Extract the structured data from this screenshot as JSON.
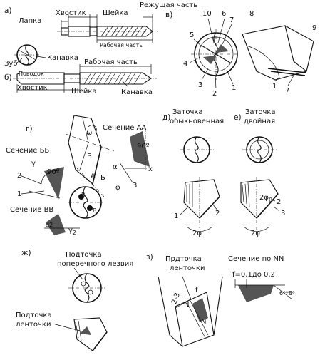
{
  "panel_a": {
    "tag": "а)",
    "tang": "Лапка",
    "shank": "Хвостик",
    "neck": "Шейка",
    "cutting_part": "Режущая часть",
    "working_part": "Рабочая часть",
    "tooth": "Зуб",
    "flute": "Канавка",
    "lead": "Поводок"
  },
  "panel_b": {
    "tag": "б)",
    "working_part": "Рабочая часть",
    "shank": "Хвостик",
    "neck": "Шейка",
    "flute": "Канавка"
  },
  "panel_v": {
    "tag": "в)",
    "labels": [
      "10",
      "6",
      "7",
      "8",
      "9",
      "5",
      "4",
      "3",
      "2",
      "1",
      "1",
      "7"
    ]
  },
  "panel_g": {
    "tag": "г)",
    "section_aa": "Сечение АА",
    "section_bb": "Сечение ББ",
    "section_vv": "Сечение ВВ",
    "angle_90_a": "90º",
    "angle_90_b": "90º",
    "letter_a": "А",
    "letter_b": "Б",
    "letter_b2": "Б",
    "letter_v": "В",
    "letter_v2": "В",
    "omega": "ω",
    "alpha": "α",
    "gamma": "γ",
    "phi": "φ",
    "x": "х",
    "n1": "1",
    "n2": "2",
    "n3": "3",
    "d2": "d2",
    "gamma2": "γ",
    "sub2": "2"
  },
  "panel_d": {
    "tag": "д)",
    "title_line1": "Заточка",
    "title_line2": "обыкновенная",
    "n1": "1",
    "n2": "2",
    "two_phi": "2φ"
  },
  "panel_e": {
    "tag": "е)",
    "title_line1": "Заточка",
    "title_line2": "двойная",
    "two_phi0": "2φ",
    "sub0": "0",
    "n2": "2",
    "n3": "3",
    "two_phi": "2φ"
  },
  "panel_zh": {
    "tag": "ж)",
    "title_line1": "Подточка",
    "title_line2": "поперечного лезвия",
    "land_line1": "Подточка",
    "land_line2": "ленточки"
  },
  "panel_z": {
    "tag": "з)",
    "title_line1": "Прдточка",
    "title_line2": "ленточки",
    "section": "Сечение по NN",
    "f_value": "f=0,1до 0,2",
    "angle": "6º*8º",
    "dim": "2-3",
    "f": "f",
    "n_top": "N",
    "n_bottom": "N"
  }
}
